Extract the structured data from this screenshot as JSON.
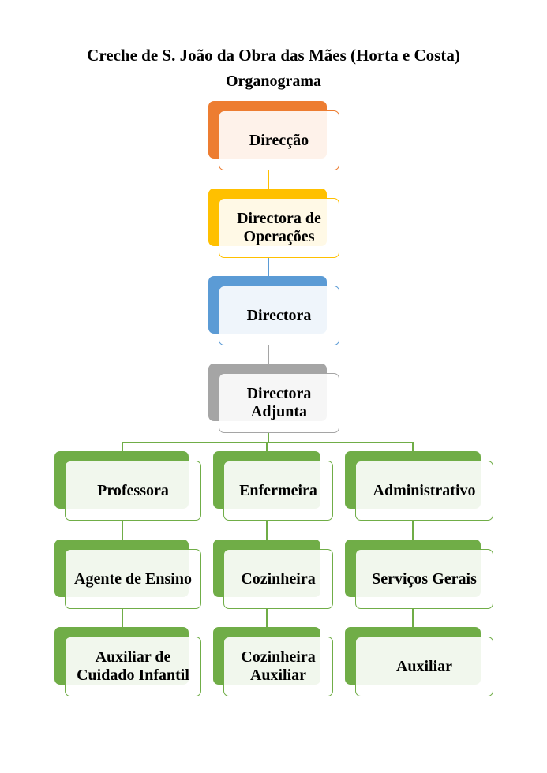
{
  "header": {
    "title": "Creche de S. João da Obra das Mães (Horta e Costa)",
    "subtitle": "Organograma"
  },
  "colors": {
    "direccao": "#ED7D31",
    "operacoes": "#FFC000",
    "directora": "#5B9BD5",
    "adjunta": "#A5A5A5",
    "staff": "#70AD47"
  },
  "nodes": [
    {
      "id": "direccao",
      "label": "Direcção",
      "color": "direccao"
    },
    {
      "id": "directora-operacoes",
      "label": "Directora de Operações",
      "color": "operacoes"
    },
    {
      "id": "directora",
      "label": "Directora",
      "color": "directora"
    },
    {
      "id": "directora-adjunta",
      "label": "Directora Adjunta",
      "color": "adjunta"
    },
    {
      "id": "professora",
      "label": "Professora",
      "color": "staff"
    },
    {
      "id": "enfermeira",
      "label": "Enfermeira",
      "color": "staff"
    },
    {
      "id": "administrativo",
      "label": "Administrativo",
      "color": "staff"
    },
    {
      "id": "agente-ensino",
      "label": "Agente de Ensino",
      "color": "staff"
    },
    {
      "id": "cozinheira",
      "label": "Cozinheira",
      "color": "staff"
    },
    {
      "id": "servicos-gerais",
      "label": "Serviços Gerais",
      "color": "staff"
    },
    {
      "id": "auxiliar-cuidado-infantil",
      "label": "Auxiliar de Cuidado Infantil",
      "color": "staff"
    },
    {
      "id": "cozinheira-auxiliar",
      "label": "Cozinheira Auxiliar",
      "color": "staff"
    },
    {
      "id": "auxiliar",
      "label": "Auxiliar",
      "color": "staff"
    }
  ]
}
